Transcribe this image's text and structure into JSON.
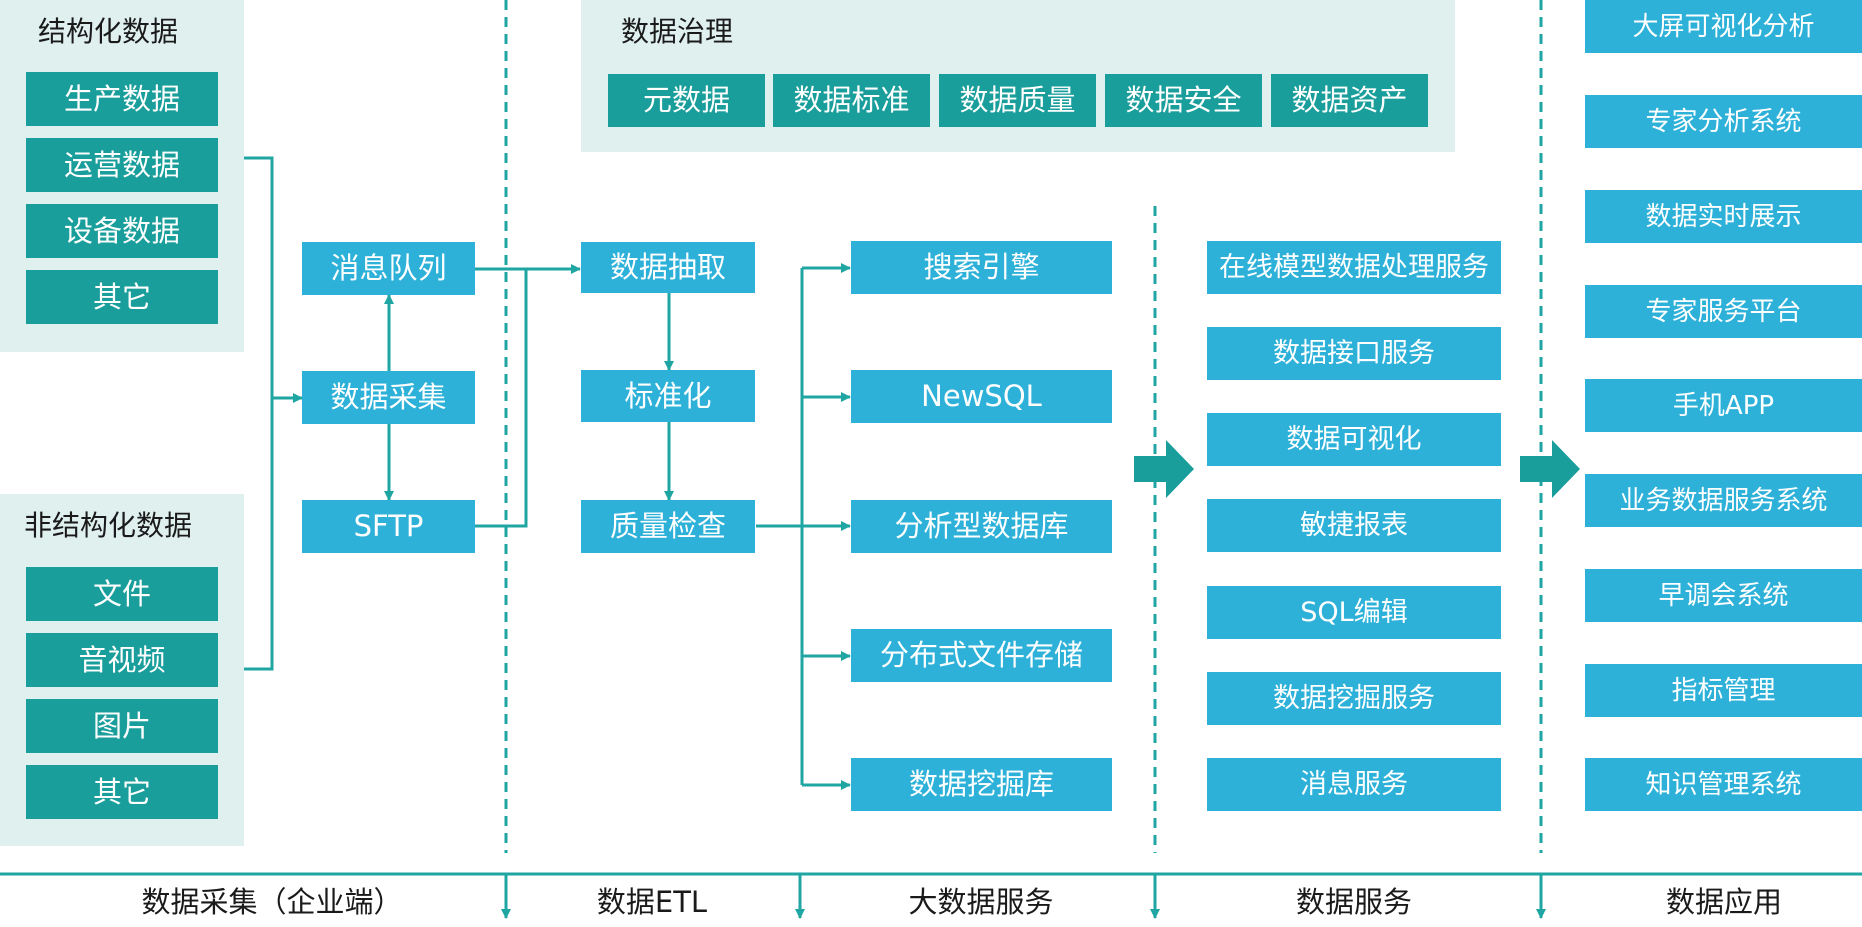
{
  "colors": {
    "teal_box": "#1a9e9b",
    "blue_box": "#2db1d9",
    "group_background": "#dff0ef",
    "connector": "#1fa6a3"
  },
  "structured": {
    "title": "结构化数据",
    "items": [
      "生产数据",
      "运营数据",
      "设备数据",
      "其它"
    ]
  },
  "unstructured": {
    "title": "非结构化数据",
    "items": [
      "文件",
      "音视频",
      "图片",
      "其它"
    ]
  },
  "collection": {
    "message_queue": "消息队列",
    "data_collection": "数据采集",
    "sftp": "SFTP"
  },
  "governance": {
    "title": "数据治理",
    "items": [
      "元数据",
      "数据标准",
      "数据质量",
      "数据安全",
      "数据资产"
    ]
  },
  "etl": {
    "extract": "数据抽取",
    "standardize": "标准化",
    "quality_check": "质量检查"
  },
  "storage": {
    "items": [
      "搜索引擎",
      "NewSQL",
      "分析型数据库",
      "分布式文件存储",
      "数据挖掘库"
    ]
  },
  "services": {
    "items": [
      "在线模型数据处理服务",
      "数据接口服务",
      "数据可视化",
      "敏捷报表",
      "SQL编辑",
      "数据挖掘服务",
      "消息服务"
    ]
  },
  "applications": {
    "items": [
      "大屏可视化分析",
      "专家分析系统",
      "数据实时展示",
      "专家服务平台",
      "手机APP",
      "业务数据服务系统",
      "早调会系统",
      "指标管理",
      "知识管理系统"
    ]
  },
  "stages": [
    "数据采集（企业端）",
    "数据ETL",
    "大数据服务",
    "数据服务",
    "数据应用"
  ]
}
